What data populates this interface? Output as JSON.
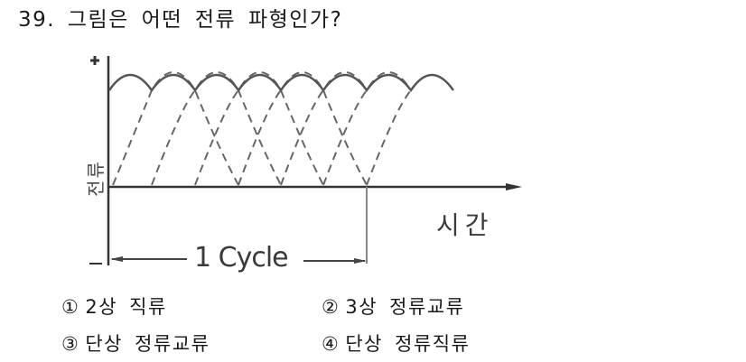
{
  "question": {
    "number": "39.",
    "text": "그림은 어떤 전류 파형인가?"
  },
  "figure": {
    "y_axis_label": "전류",
    "y_axis_top_sign": "+",
    "y_axis_bottom_sign": "-",
    "x_axis_label": "시간",
    "cycle_label": "1 Cycle",
    "colors": {
      "axis": "#333333",
      "envelope": "#555555",
      "dashed": "#666666"
    }
  },
  "chart_data": {
    "type": "line",
    "title": "그림은 어떤 전류 파형인가?",
    "xlabel": "시간",
    "ylabel": "전류",
    "annotations": [
      "+",
      "-",
      "1 Cycle"
    ],
    "description": "Rectified multi-phase current waveform: solid envelope of overlapping positive sine half-wave peaks (ripple) above dashed sine half-waves of each phase; one cycle spans 6 ripple pulses.",
    "series": [
      {
        "name": "envelope (solid ripple)",
        "style": "solid",
        "peaks": 8
      },
      {
        "name": "phase half-waves (dashed)",
        "style": "dashed",
        "count": 7
      }
    ],
    "grid": false,
    "legend": "none"
  },
  "options": [
    {
      "num": "①",
      "text": "2상 직류"
    },
    {
      "num": "②",
      "text": "3상 정류교류"
    },
    {
      "num": "③",
      "text": "단상 정류교류"
    },
    {
      "num": "④",
      "text": "단상 정류직류"
    }
  ]
}
